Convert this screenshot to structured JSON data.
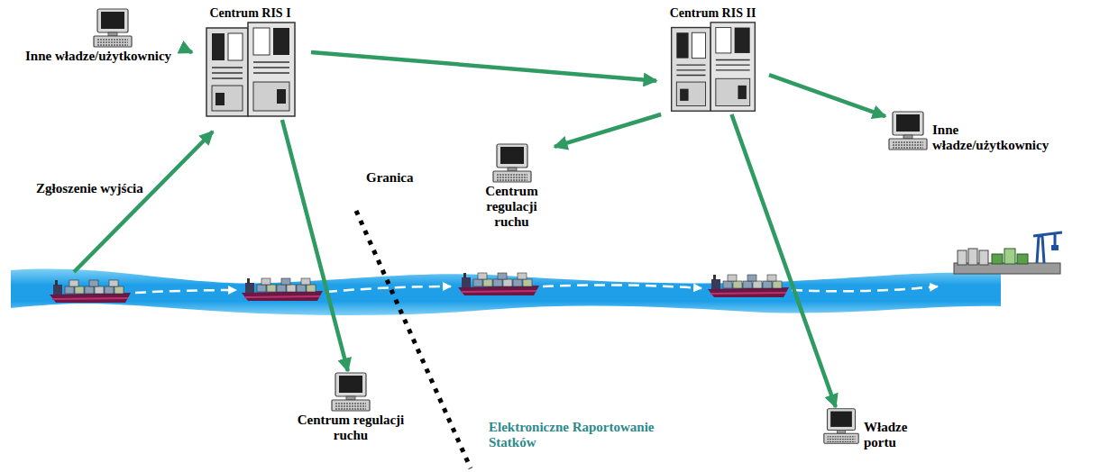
{
  "diagram": {
    "nodes": [
      {
        "text": [
          "Inne władze/użytkownicy"
        ]
      },
      {
        "text": [
          "Centrum RIS I"
        ]
      },
      {
        "text": [
          "Centrum RIS II"
        ]
      },
      {
        "text": [
          "Inne władze/użytkownicy"
        ]
      },
      {
        "text": [
          "Centrum regulacji ruchu"
        ]
      },
      {
        "text": [
          "Centrum regulacji ruchu"
        ]
      },
      {
        "text": [
          "Władze portu"
        ]
      }
    ],
    "edges": [
      {
        "from": 1,
        "to": 0,
        "arrow": "to"
      },
      {
        "from": 1,
        "to": 2,
        "arrow": "to"
      },
      {
        "from": 2,
        "to": 3,
        "arrow": "to"
      },
      {
        "from": 2,
        "to": 4,
        "arrow": "to"
      },
      {
        "from": 1,
        "to": 5,
        "arrow": "to"
      },
      {
        "from": 2,
        "to": 6,
        "arrow": "to"
      }
    ],
    "labels": [
      "Zgłoszenie wyjścia",
      "Granica",
      "Elektroniczne Raportowanie Statków"
    ]
  }
}
